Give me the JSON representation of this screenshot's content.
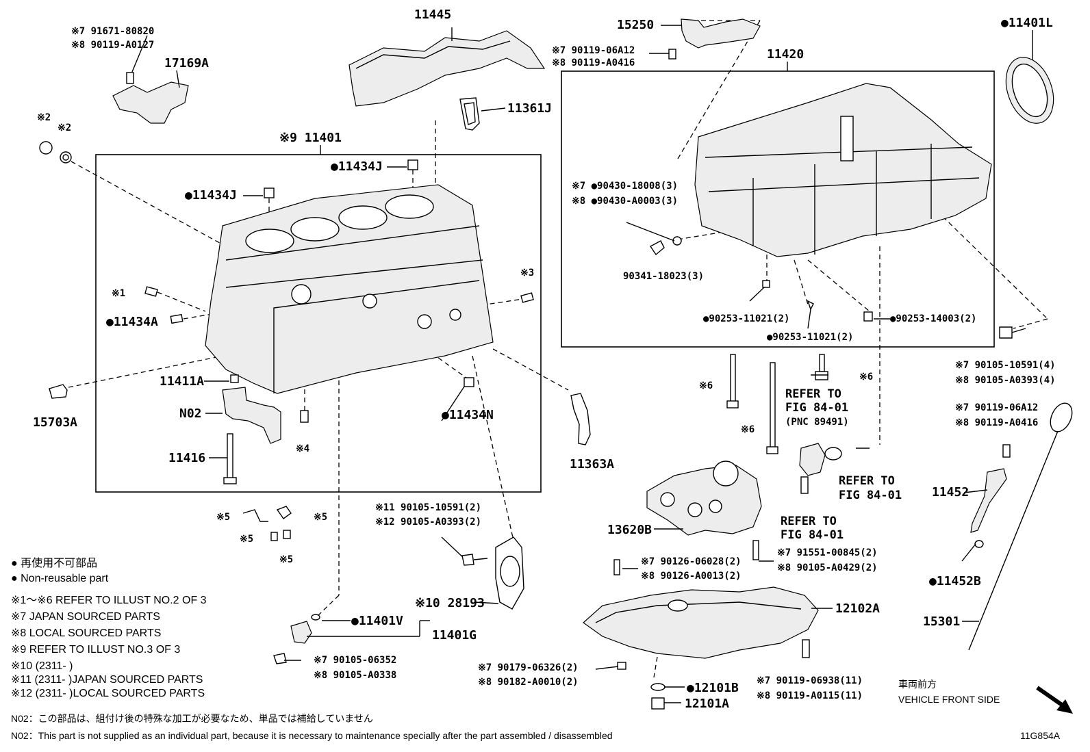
{
  "labels": {
    "p11445": "11445",
    "p91671": "※7 91671-80820",
    "p90119a0127": "※8 90119-A0127",
    "p17169a": "17169A",
    "p11361j": "11361J",
    "p15250": "15250",
    "p90119_06a12_top": "※7 90119-06A12",
    "p90119_a0416_top": "※8 90119-A0416",
    "p11401l": "●11401L",
    "p11420": "11420",
    "p11401": "※9 11401",
    "p11434j_top": "●11434J",
    "p11434j": "●11434J",
    "pmark2a": "※2",
    "pmark2b": "※2",
    "pmark1": "※1",
    "pmark3": "※3",
    "p11434a": "●11434A",
    "p11411a": "11411A",
    "p15703a": "15703A",
    "pn02": "N02",
    "p11416": "11416",
    "pmark4": "※4",
    "p11434n": "●11434N",
    "p11363a": "11363A",
    "p90430_18008": "※7 ●90430-18008(3)",
    "p90430_a0003": "※8 ●90430-A0003(3)",
    "p90341": "90341-18023(3)",
    "p90253_11021a": "●90253-11021(2)",
    "p90253_11021b": "●90253-11021(2)",
    "p90253_14003": "●90253-14003(2)",
    "p90105_10591_r": "※7 90105-10591(4)",
    "p90105_a0393_r": "※8 90105-A0393(4)",
    "pmark6a": "※6",
    "pmark6b": "※6",
    "pmark6c": "※6",
    "refer1a": "REFER TO",
    "refer1b": "FIG 84-01",
    "refer1c": "(PNC 89491)",
    "refer2a": "REFER TO",
    "refer2b": "FIG 84-01",
    "refer3a": "REFER TO",
    "refer3b": "FIG 84-01",
    "p90119_06a12_r": "※7 90119-06A12",
    "p90119_a0416_r": "※8 90119-A0416",
    "p11452": "11452",
    "p11452b": "●11452B",
    "p15301": "15301",
    "p13620b": "13620B",
    "pmark5a": "※5",
    "pmark5b": "※5",
    "pmark5c": "※5",
    "pmark5d": "※5",
    "p90105_10591_c": "※11 90105-10591(2)",
    "p90105_a0393_c": "※12 90105-A0393(2)",
    "p90126_06028": "※7 90126-06028(2)",
    "p90126_a0013": "※8 90126-A0013(2)",
    "p91551": "※7 91551-00845(2)",
    "p90105_a0429": "※8 90105-A0429(2)",
    "p28193": "※10 28193",
    "p12102a": "12102A",
    "p11401v": "●11401V",
    "p11401g": "11401G",
    "p90105_06352": "※7 90105-06352",
    "p90105_a0338": "※8 90105-A0338",
    "p90179": "※7 90179-06326(2)",
    "p90182": "※8 90182-A0010(2)",
    "p90119_06938": "※7 90119-06938(11)",
    "p90119_a0115": "※8 90119-A0115(11)",
    "p12101b": "●12101B",
    "p12101a": "12101A"
  },
  "legend": {
    "jp": "● 再使用不可部品",
    "en": "● Non-reusable part",
    "n1": "※1～※6  REFER TO ILLUST NO.2 OF 3",
    "n7": "※7 JAPAN SOURCED PARTS",
    "n8": "※8 LOCAL SOURCED PARTS",
    "n9": "※9 REFER TO ILLUST NO.3 OF 3",
    "n10": "※10 (2311-          )",
    "n11": "※11 (2311-          )JAPAN SOURCED PARTS",
    "n12": "※12 (2311-          )LOCAL SOURCED PARTS"
  },
  "footer": {
    "n02_jp": "N02：この部品は、組付け後の特殊な加工が必要なため、単品では補給していません",
    "n02_en": "N02：This part is not supplied as an individual part, because it is necessary to maintenance specially after the part assembled / disassembled",
    "front_jp": "車両前方",
    "front_en": "VEHICLE FRONT SIDE",
    "code": "11G854A"
  }
}
